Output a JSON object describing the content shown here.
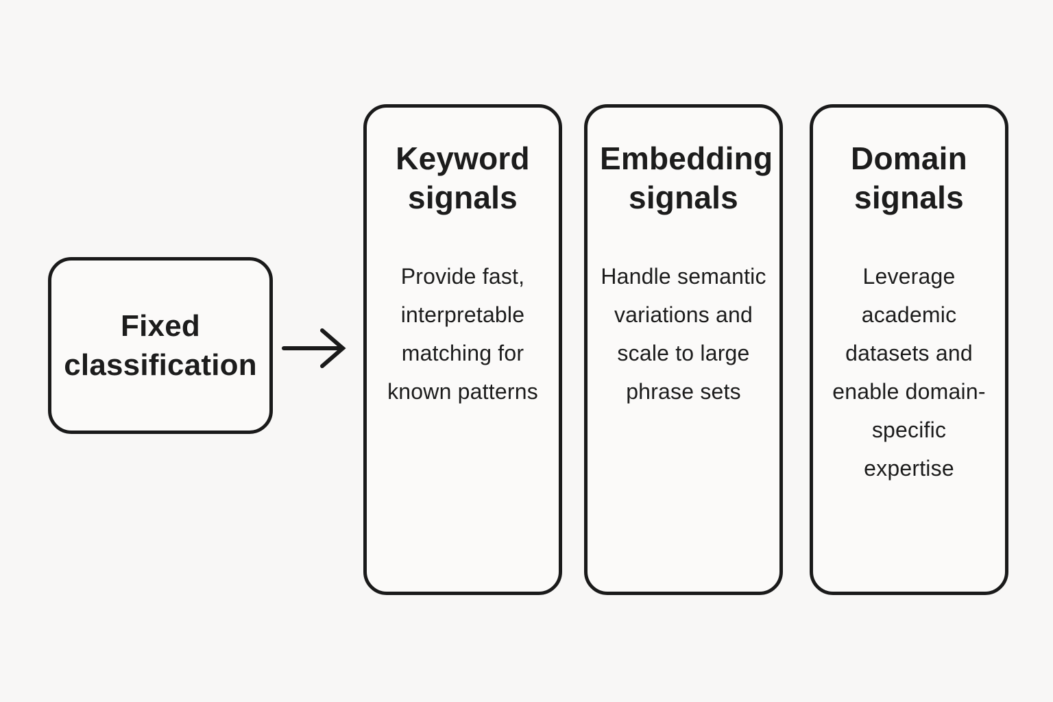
{
  "diagram": {
    "source_node": {
      "title": "Fixed classification"
    },
    "arrow": {
      "direction": "right",
      "color": "#1a1a1a"
    },
    "columns": [
      {
        "title": "Keyword signals",
        "body": "Provide fast, interpretable matching for known patterns"
      },
      {
        "title": "Embedding signals",
        "body": "Handle semantic variations and scale to large phrase sets"
      },
      {
        "title": "Domain signals",
        "body": "Leverage academic datasets and enable domain-specific expertise"
      }
    ],
    "colors": {
      "background": "#f8f7f6",
      "box_fill": "#fbfaf9",
      "border": "#1a1a1a",
      "text": "#1c1c1c"
    }
  }
}
